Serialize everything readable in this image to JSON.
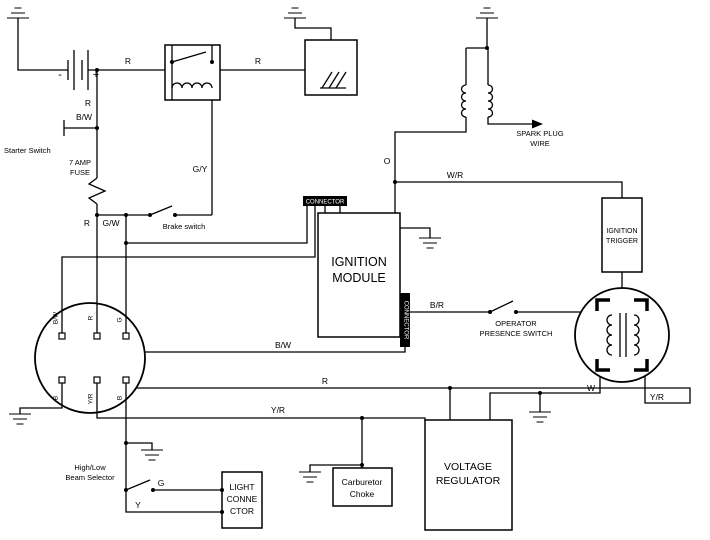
{
  "labels": {
    "starter_switch": "Starter Switch",
    "fuse_line1": "7 AMP",
    "fuse_line2": "FUSE",
    "brake_switch": "Brake switch",
    "ignition_module_line1": "IGNITION",
    "ignition_module_line2": "MODULE",
    "connector": "CONNECTOR",
    "spark_plug_line1": "SPARK PLUG",
    "spark_plug_line2": "WIRE",
    "ignition_trigger_line1": "IGNITION",
    "ignition_trigger_line2": "TRIGGER",
    "operator_presence_line1": "OPERATOR",
    "operator_presence_line2": "PRESENCE SWITCH",
    "voltage_regulator_line1": "VOLTAGE",
    "voltage_regulator_line2": "REGULATOR",
    "beam_selector_line1": "High/Low",
    "beam_selector_line2": "Beam Selector",
    "light_connector_line1": "LIGHT",
    "light_connector_line2": "CONNE",
    "light_connector_line3": "CTOR",
    "carburetor_choke_line1": "Carburetor",
    "carburetor_choke_line2": "Choke"
  },
  "battery": {
    "minus": "-",
    "plus": "+"
  },
  "wire_labels": {
    "r": "R",
    "bw": "B/W",
    "gy": "G/Y",
    "gw": "G/W",
    "o": "O",
    "wr": "W/R",
    "br": "B/R",
    "yr": "Y/R",
    "w": "W",
    "g": "G",
    "y": "Y"
  },
  "key_switch": {
    "t1": "B/W",
    "t2": "R",
    "t3": "G",
    "t4": "B",
    "t5": "Y/R",
    "t6": "B"
  },
  "colors": {
    "line": "#000000",
    "background": "#ffffff",
    "connector_bg": "#000000",
    "connector_text": "#ffffff"
  }
}
